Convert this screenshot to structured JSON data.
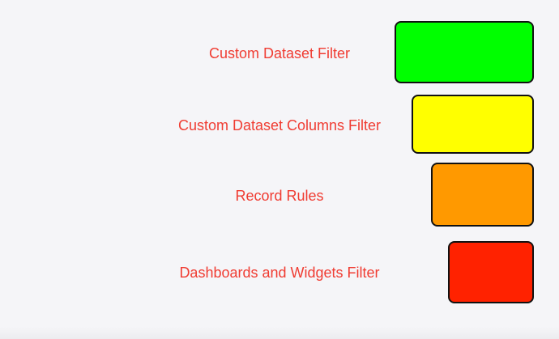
{
  "rows": [
    {
      "label": "Custom Dataset Filter",
      "color": "#00ff00"
    },
    {
      "label": "Custom Dataset Columns Filter",
      "color": "#ffff00"
    },
    {
      "label": "Record Rules",
      "color": "#ff9900"
    },
    {
      "label": "Dashboards and Widgets Filter",
      "color": "#ff2200"
    }
  ],
  "colors": {
    "label_text": "#f03c32",
    "background": "#f5f5f8",
    "box_border": "#111111"
  }
}
